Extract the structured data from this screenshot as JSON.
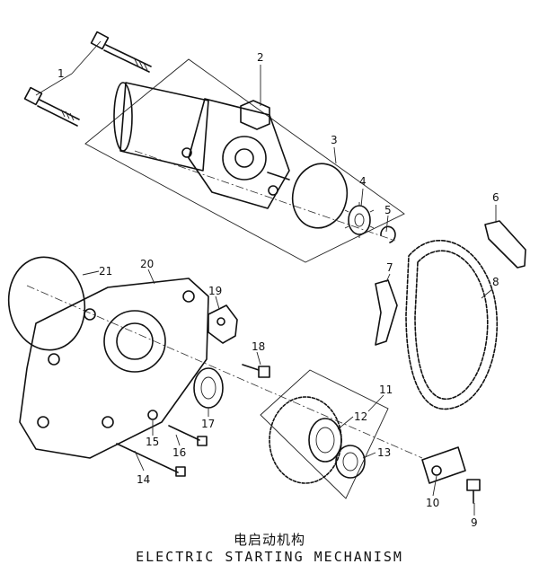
{
  "title_cn": "电启动机构",
  "title_en": "ELECTRIC STARTING MECHANISM",
  "callouts": [
    "1",
    "2",
    "3",
    "4",
    "5",
    "6",
    "7",
    "8",
    "9",
    "10",
    "11",
    "12",
    "13",
    "14",
    "15",
    "16",
    "17",
    "18",
    "19",
    "20",
    "21"
  ]
}
